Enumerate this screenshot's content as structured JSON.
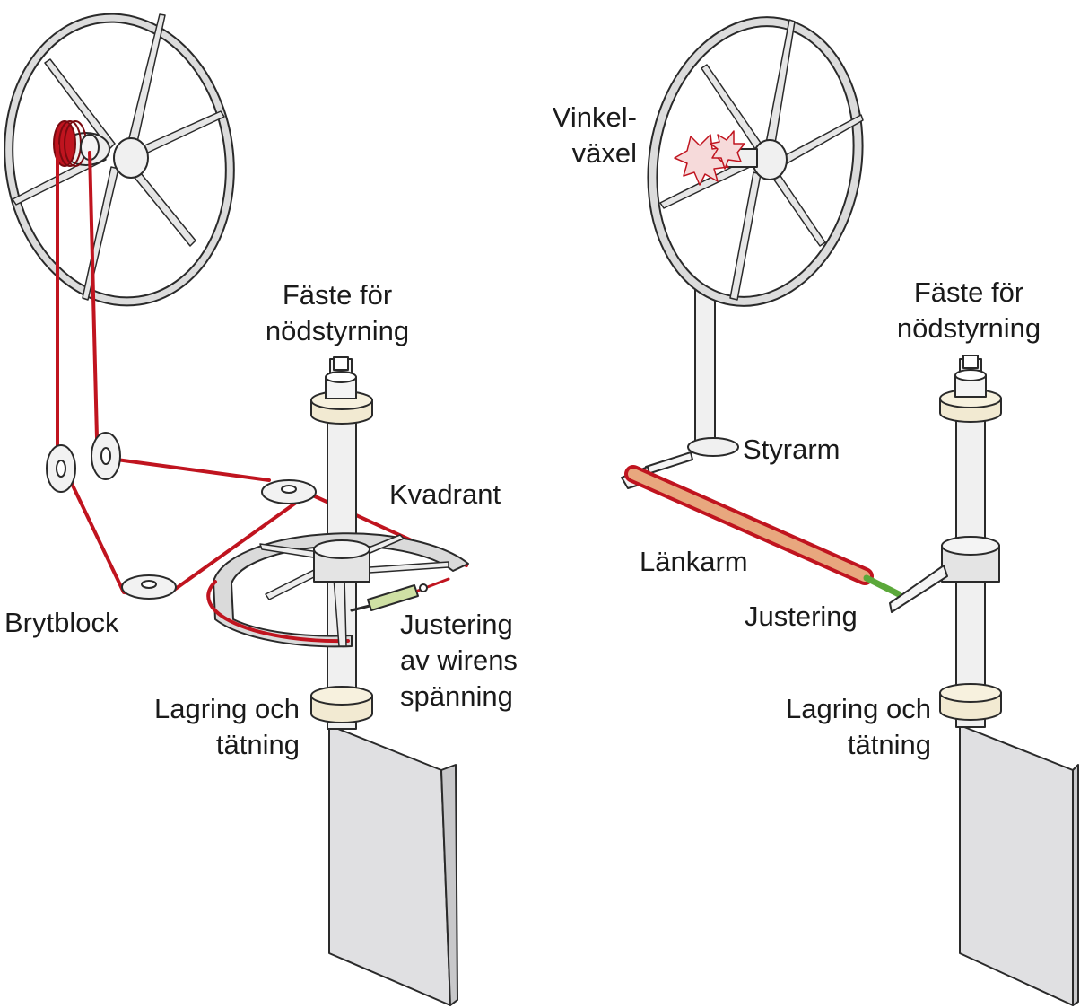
{
  "colors": {
    "cable": "#c0141f",
    "metal": "#e8e8e8",
    "bearing": "#f2ead2",
    "rudder": "#e0e0e2",
    "rod": "#e8a77e",
    "adjuster": "#cfe0a4",
    "green": "#5ba83a",
    "outline": "#2a2a2a"
  },
  "left": {
    "emergency_mount": "Fäste för\nnödstyrning",
    "quadrant": "Kvadrant",
    "turning_block": "Brytblock",
    "wire_tension": "Justering\nav wirens\nspänning",
    "bearing_seal": "Lagring och\ntätning"
  },
  "right": {
    "angle_gear": "Vinkel-\nväxel",
    "emergency_mount": "Fäste för\nnödstyrning",
    "tiller_arm": "Styrarm",
    "link_arm": "Länkarm",
    "adjustment": "Justering",
    "bearing_seal": "Lagring och\ntätning"
  }
}
